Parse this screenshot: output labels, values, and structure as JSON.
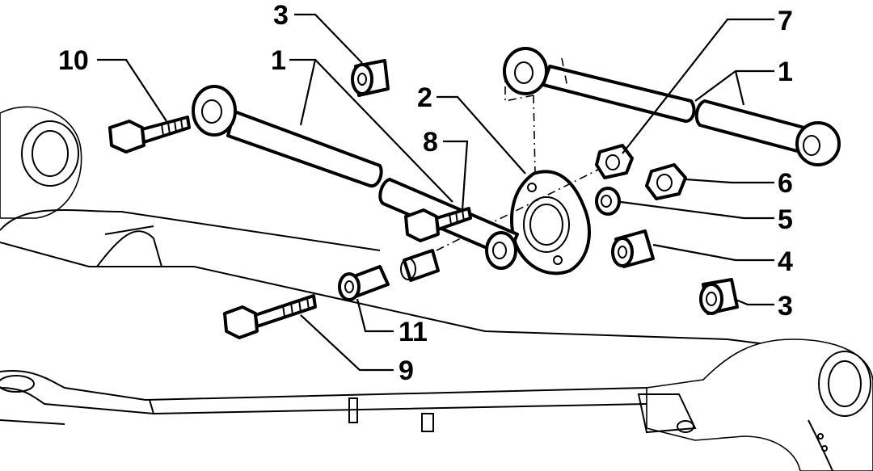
{
  "diagram": {
    "callouts": {
      "c1a": "1",
      "c1b": "1",
      "c2": "2",
      "c3a": "3",
      "c3b": "3",
      "c4": "4",
      "c5": "5",
      "c6": "6",
      "c7": "7",
      "c8": "8",
      "c9": "9",
      "c10": "10",
      "c11": "11"
    }
  }
}
